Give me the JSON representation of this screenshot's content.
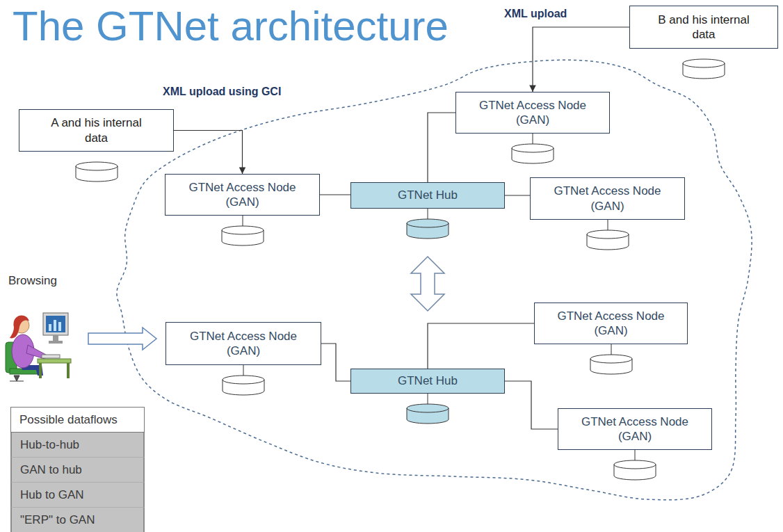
{
  "diagram": {
    "title": "The GTNet architecture",
    "nodes": [
      {
        "text": [
          "B and his internal data"
        ]
      },
      {
        "text": [
          "GTNet Access Node (GAN)"
        ]
      },
      {
        "text": [
          "A and his internal data"
        ]
      },
      {
        "text": [
          "GTNet Access Node (GAN)"
        ]
      },
      {
        "text": [
          "GTNet Hub"
        ]
      },
      {
        "text": [
          "GTNet Access Node (GAN)"
        ]
      },
      {
        "text": [
          "GTNet Access Node (GAN)"
        ]
      },
      {
        "text": [
          "GTNet Access Node (GAN)"
        ]
      },
      {
        "text": [
          "GTNet Hub"
        ]
      },
      {
        "text": [
          "GTNet Access Node (GAN)"
        ]
      }
    ],
    "edges": [
      {
        "from": 0,
        "to": 1,
        "arrow": "to",
        "label": "XML upload"
      },
      {
        "from": 2,
        "to": 3,
        "arrow": "to",
        "label": "XML upload using GCI"
      },
      {
        "from": 3,
        "to": 4,
        "arrow": "none"
      },
      {
        "from": 4,
        "to": 1,
        "arrow": "none"
      },
      {
        "from": 4,
        "to": 5,
        "arrow": "none"
      },
      {
        "from": 4,
        "to": 8,
        "arrow": "both"
      },
      {
        "from": 7,
        "to": 8,
        "arrow": "none"
      },
      {
        "from": 8,
        "to": 6,
        "arrow": "none"
      },
      {
        "from": 8,
        "to": 9,
        "arrow": "none"
      }
    ],
    "labels": [
      "Browsing",
      "Possible dataflows",
      "Hub-to-hub",
      "GAN to hub",
      "Hub to GAN",
      "\"ERP\" to GAN"
    ]
  }
}
